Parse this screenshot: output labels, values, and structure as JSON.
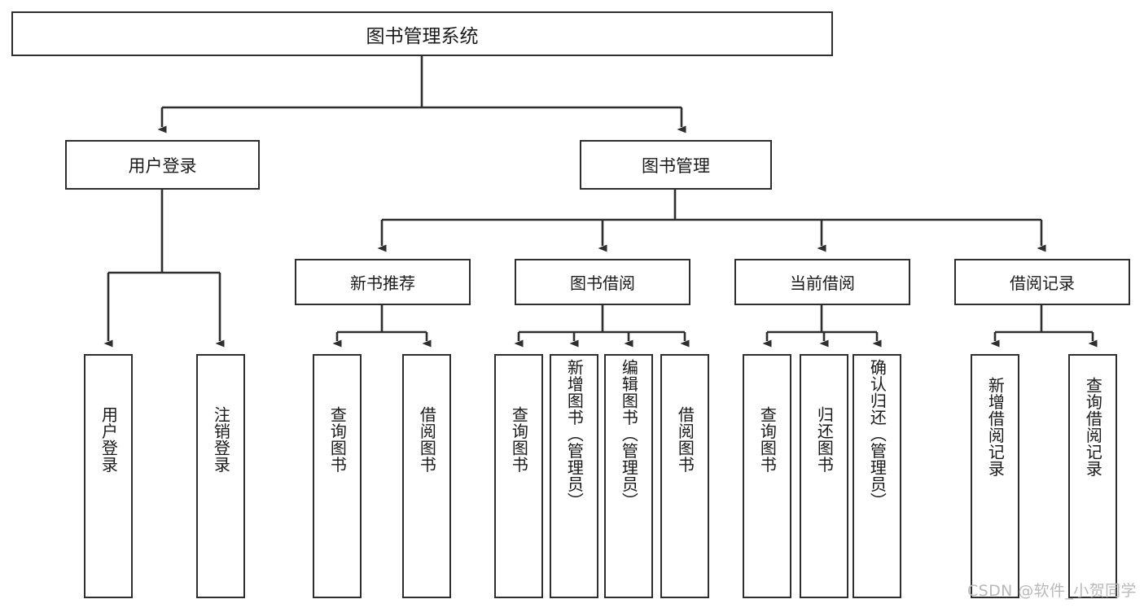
{
  "diagram": {
    "title": "图书管理系统",
    "root": {
      "label": "图书管理系统"
    },
    "level2": [
      {
        "label": "用户登录"
      },
      {
        "label": "图书管理"
      }
    ],
    "level3": [
      {
        "label": "新书推荐"
      },
      {
        "label": "图书借阅"
      },
      {
        "label": "当前借阅"
      },
      {
        "label": "借阅记录"
      }
    ],
    "leaves": {
      "user_login": [
        {
          "label": "用户登录"
        },
        {
          "label": "注销登录"
        }
      ],
      "new_book_recommend": [
        {
          "label": "查询图书"
        },
        {
          "label": "借阅图书"
        }
      ],
      "book_borrow": [
        {
          "label": "查询图书"
        },
        {
          "label": "新增图书（管理员）"
        },
        {
          "label": "编辑图书（管理员）"
        },
        {
          "label": "借阅图书"
        }
      ],
      "current_borrow": [
        {
          "label": "查询图书"
        },
        {
          "label": "归还图书"
        },
        {
          "label": "确认归还（管理员）"
        }
      ],
      "borrow_record": [
        {
          "label": "新增借阅记录"
        },
        {
          "label": "查询借阅记录"
        }
      ]
    }
  },
  "watermark": {
    "text": "CSDN @软件_小贺同学"
  },
  "colors": {
    "box_border": "#2e2e2e",
    "line": "#2e2e2e",
    "text": "#1a1a1a",
    "watermark": "#b9b9b9",
    "background": "#ffffff"
  }
}
